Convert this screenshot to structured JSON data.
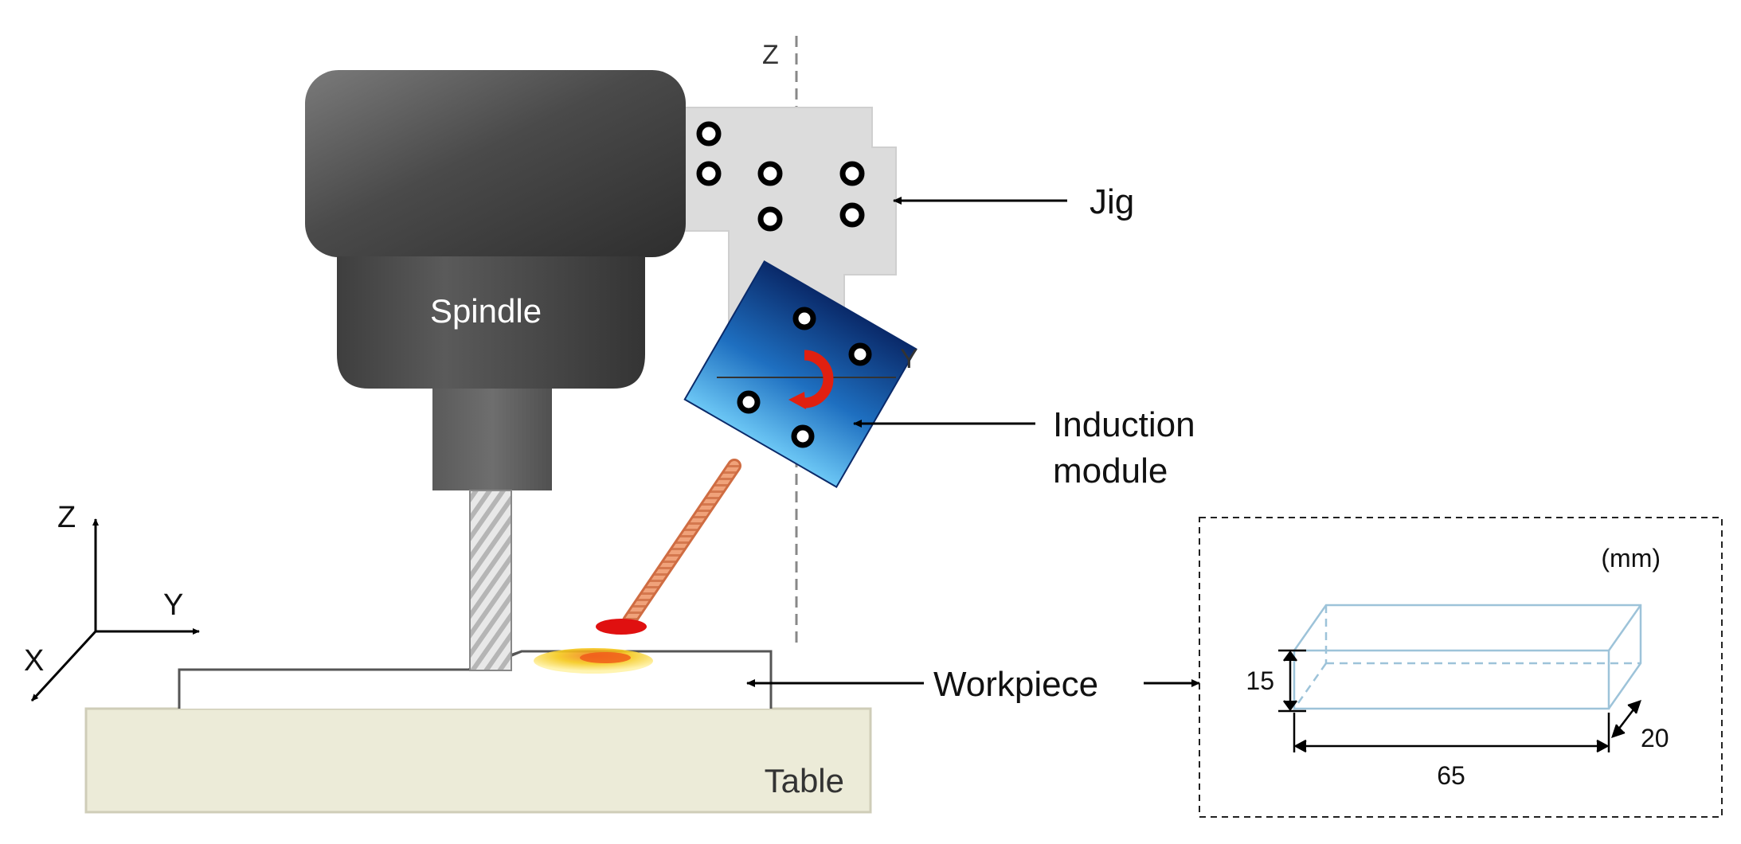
{
  "labels": {
    "spindle": "Spindle",
    "jig": "Jig",
    "induction_line1": "Induction",
    "induction_line2": "module",
    "workpiece": "Workpiece",
    "table": "Table",
    "jig_axis_z": "Z",
    "module_axis_y": "Y"
  },
  "coordinate_system": {
    "z": "Z",
    "y": "Y",
    "x": "X"
  },
  "dimensions": {
    "unit": "(mm)",
    "height": "15",
    "length": "65",
    "width": "20"
  },
  "colors": {
    "spindle_body": "#4a4a4a",
    "jig": "#dcdcdc",
    "module_gradient_top": "#0a2a6a",
    "module_gradient_bottom": "#4fb3f0",
    "rotation_arrow": "#e02010",
    "coil": "#e8936a",
    "heat_zone": "#f3c21a",
    "hot_spot": "#e01010",
    "table": "#ecebd8",
    "workpiece_box": "#9dc3d9"
  }
}
